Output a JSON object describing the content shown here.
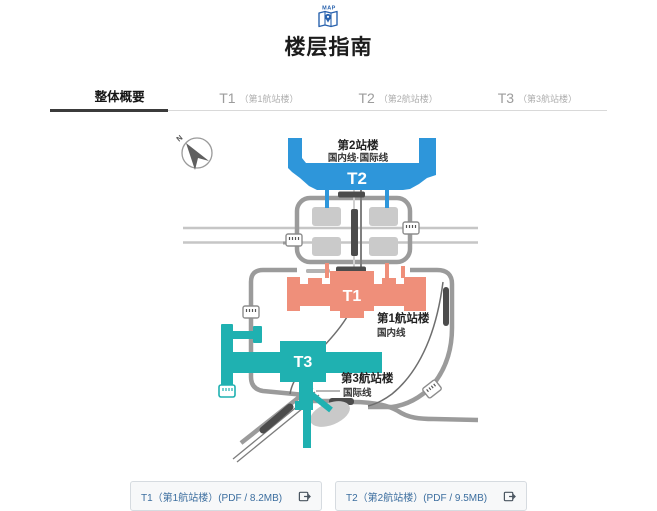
{
  "header": {
    "badge": "MAP",
    "title": "楼层指南"
  },
  "tabs": [
    {
      "label": "整体概要",
      "sub": "",
      "active": true
    },
    {
      "label": "T1",
      "sub": "（第1航站楼）",
      "active": false
    },
    {
      "label": "T2",
      "sub": "（第2航站楼）",
      "active": false
    },
    {
      "label": "T3",
      "sub": "（第3航站楼）",
      "active": false
    }
  ],
  "map": {
    "compass": "N",
    "t2": {
      "code": "T2",
      "name": "第2站楼",
      "lines": "国内线·国际线",
      "color": "#2e96da"
    },
    "t1": {
      "code": "T1",
      "name": "第1航站楼",
      "lines": "国内线",
      "color": "#ef8f7a"
    },
    "t3": {
      "code": "T3",
      "name": "第3航站楼",
      "lines": "国际线",
      "color": "#1fb1b1"
    },
    "road_color": "#9b9b9b",
    "station_color": "#4c4c4c"
  },
  "downloads": [
    {
      "label": "T1（第1航站楼）(PDF / 8.2MB)"
    },
    {
      "label": "T2（第2航站楼）(PDF / 9.5MB)"
    }
  ]
}
